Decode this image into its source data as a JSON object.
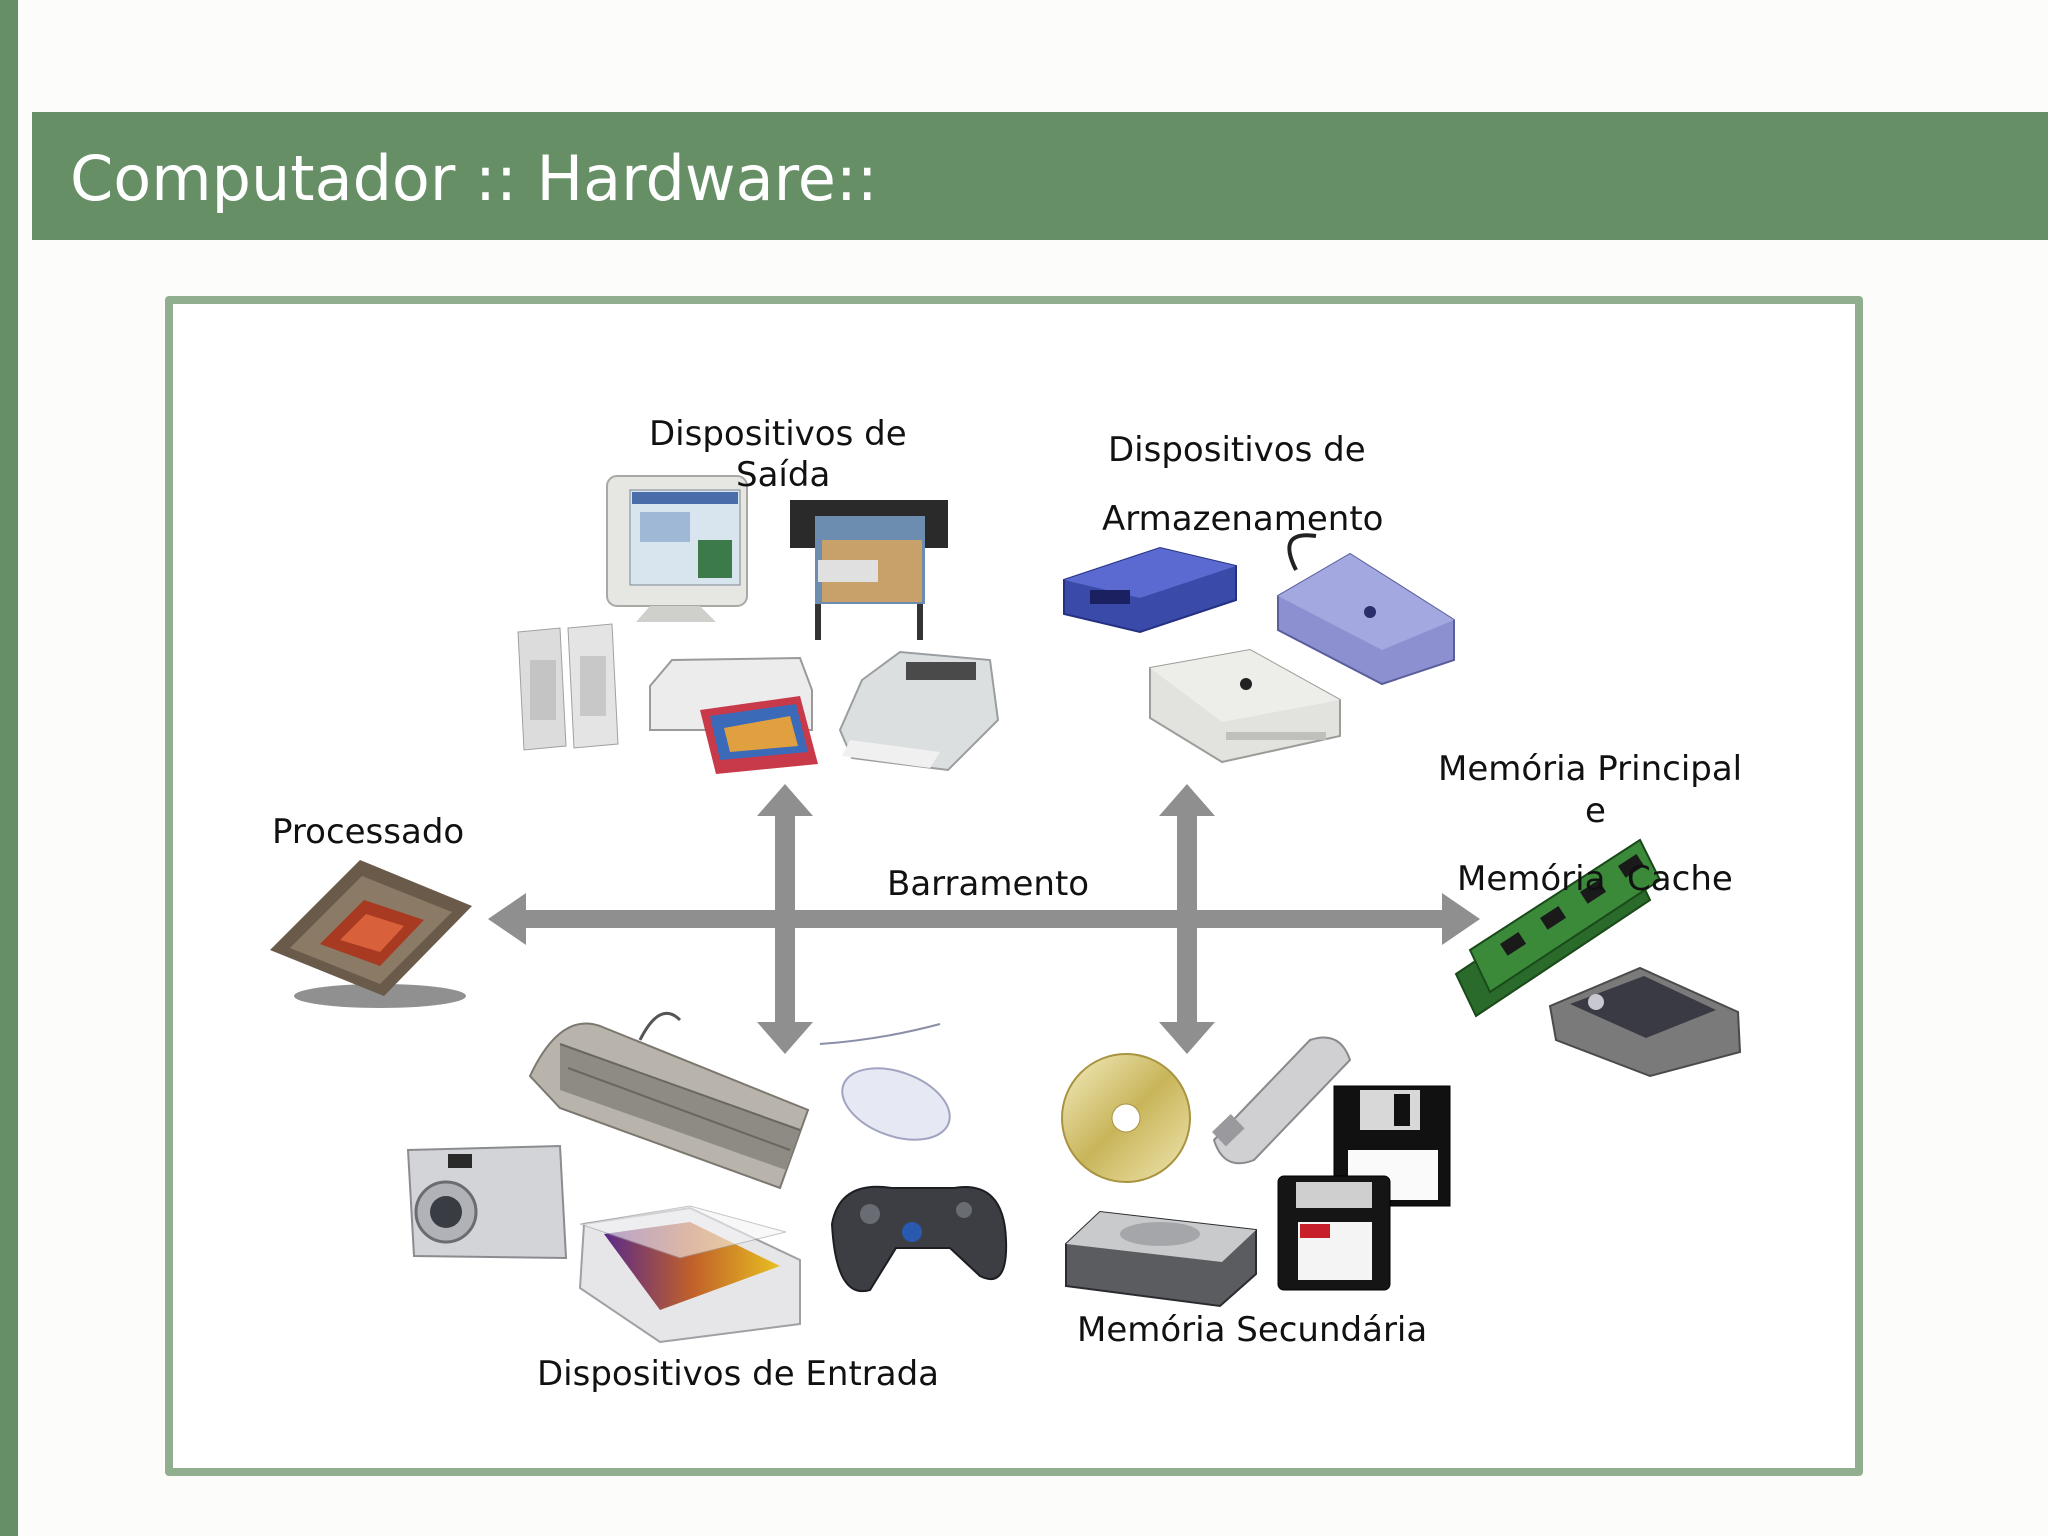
{
  "slide": {
    "title": "Computador :: Hardware::",
    "accent_color": "#668f66",
    "frame_color": "#91ae8e"
  },
  "diagram": {
    "bus_label": "Barramento",
    "nodes": {
      "output": {
        "line1": "Dispositivos de",
        "line2": "Saída",
        "icons": [
          "crt-monitor-icon",
          "plotter-icon",
          "speakers-icon",
          "inkjet-printer-icon",
          "laser-printer-icon"
        ]
      },
      "storage": {
        "line1": "Dispositivos de",
        "line2": "Armazenamento",
        "icons": [
          "tape-drive-icon",
          "external-drive-icon",
          "optical-drive-icon"
        ]
      },
      "processor": {
        "label": "Processado",
        "icons": [
          "cpu-chip-icon"
        ]
      },
      "memory": {
        "line1": "Memória Principal",
        "line2": "e",
        "line3": "Memória  Cache",
        "icons": [
          "ram-module-icon",
          "cache-chip-icon"
        ]
      },
      "input": {
        "label": "Dispositivos de Entrada",
        "icons": [
          "keyboard-icon",
          "mouse-icon",
          "camera-icon",
          "scanner-icon",
          "gamepad-icon"
        ]
      },
      "secondary": {
        "label": "Memória Secundária",
        "icons": [
          "cd-icon",
          "usb-drive-icon",
          "floppy-disk-icon",
          "zip-disk-icon",
          "hard-disk-icon"
        ]
      }
    },
    "arrow_color": "#8f8f8f"
  }
}
